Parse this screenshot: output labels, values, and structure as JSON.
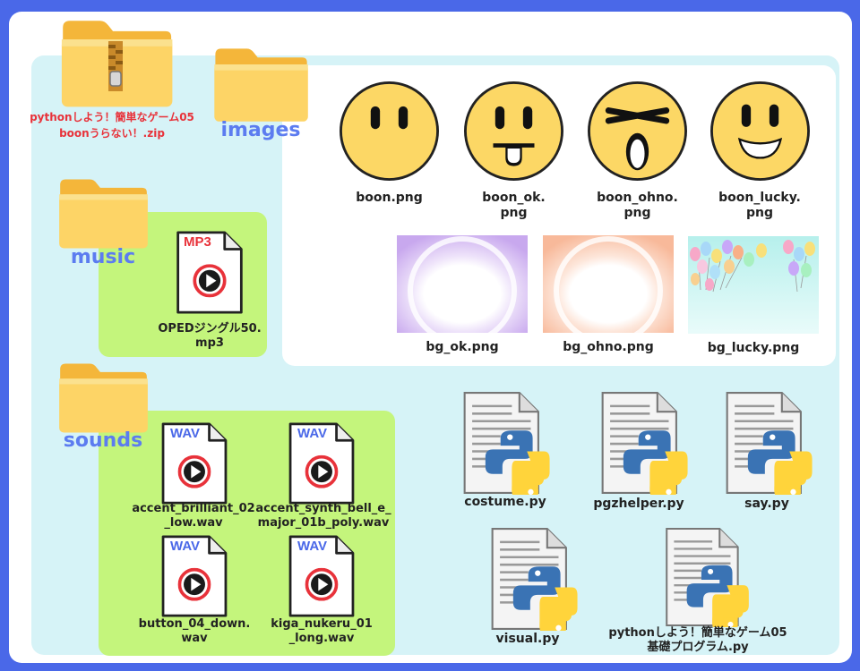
{
  "zip": {
    "label": "pythonしよう！簡単なゲーム05\nboonうらない！.zip"
  },
  "folders": {
    "images": "images",
    "music": "music",
    "sounds": "sounds"
  },
  "images": {
    "faces": [
      {
        "label": "boon.png"
      },
      {
        "label": "boon_ok.\npng"
      },
      {
        "label": "boon_ohno.\npng"
      },
      {
        "label": "boon_lucky.\npng"
      }
    ],
    "backgrounds": [
      {
        "label": "bg_ok.png"
      },
      {
        "label": "bg_ohno.png"
      },
      {
        "label": "bg_lucky.png"
      }
    ]
  },
  "music": {
    "file": {
      "badge": "MP3",
      "label": "OPEDジングル50.\nmp3"
    }
  },
  "sounds": {
    "files": [
      {
        "badge": "WAV",
        "label": "accent_brilliant_02\n_low.wav"
      },
      {
        "badge": "WAV",
        "label": "accent_synth_bell_e_\nmajor_01b_poly.wav"
      },
      {
        "badge": "WAV",
        "label": "button_04_down.\nwav"
      },
      {
        "badge": "WAV",
        "label": "kiga_nukeru_01\n_long.wav"
      }
    ]
  },
  "python_files": [
    {
      "label": "costume.py"
    },
    {
      "label": "pgzhelper.py"
    },
    {
      "label": "say.py"
    },
    {
      "label": "visual.py"
    },
    {
      "label": "pythonしよう！簡単なゲーム05\n基礎プログラム.py"
    }
  ],
  "colors": {
    "background": "#4a68e8",
    "panel": "#d6f3f7",
    "group": "#c4f57c",
    "folder_label": "#5c7cf0",
    "zip_label": "#e8323a",
    "face": "#fcd765"
  }
}
